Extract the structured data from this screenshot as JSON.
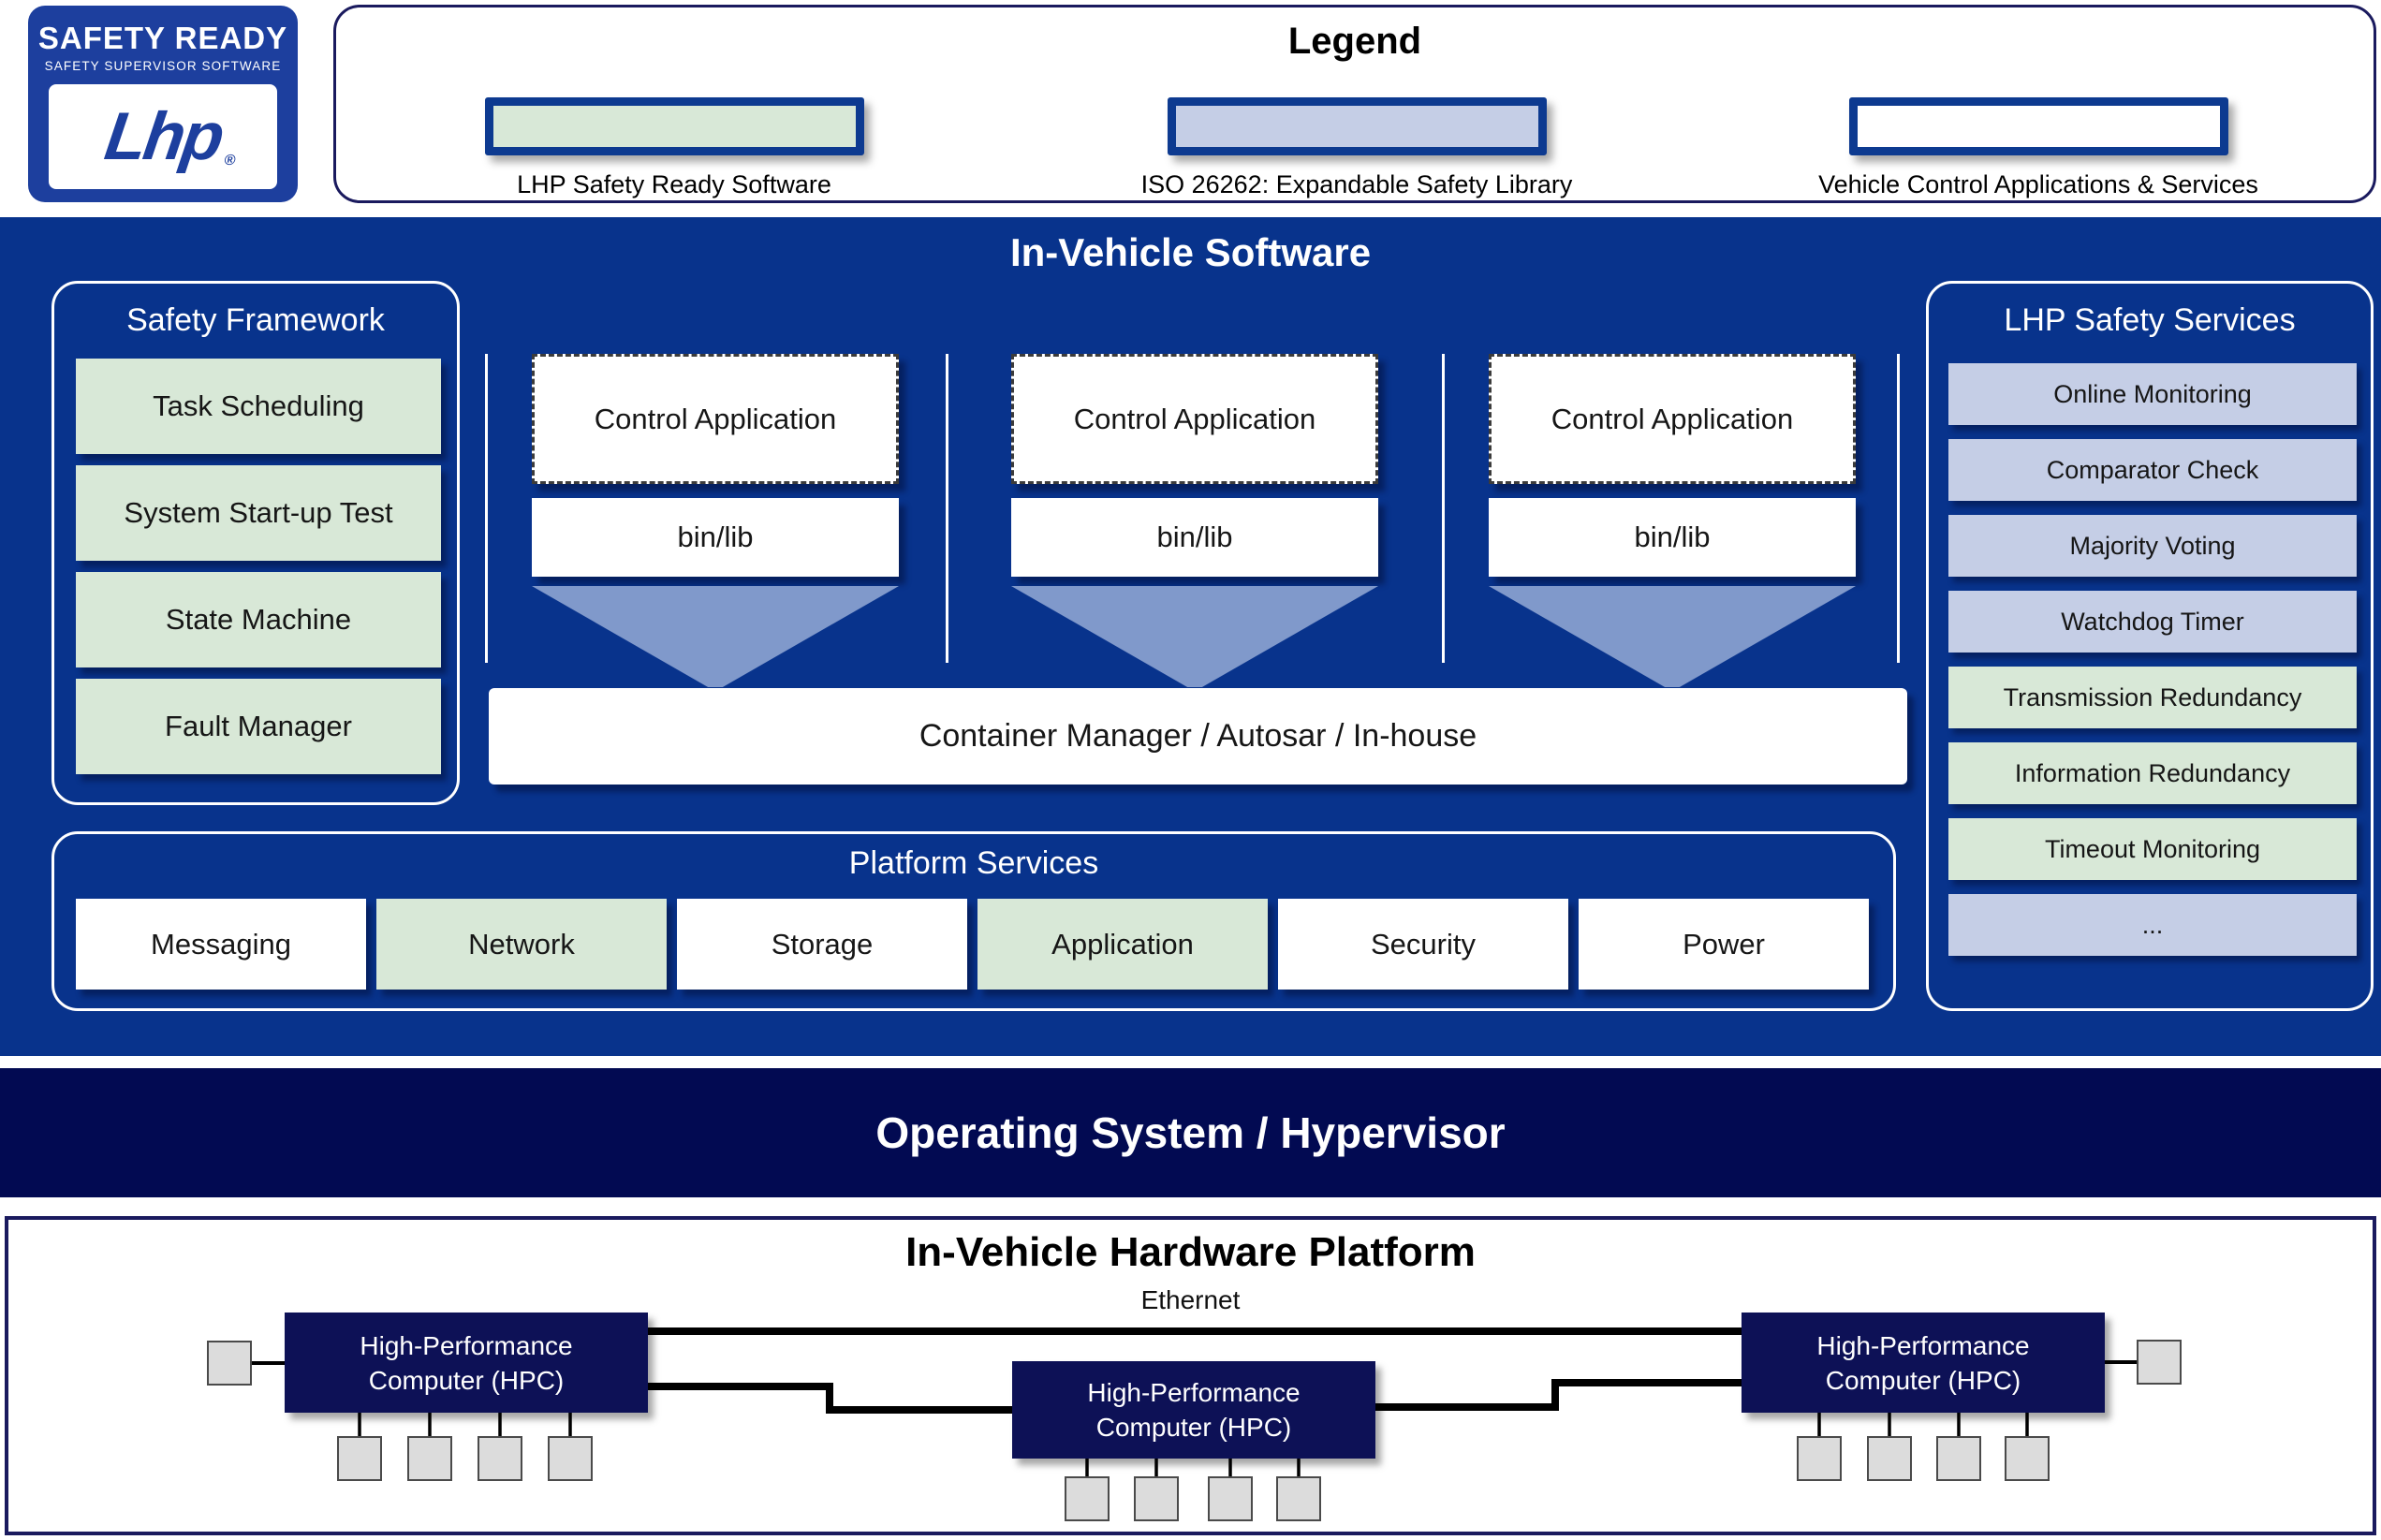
{
  "logo": {
    "title": "SAFETY READY",
    "subtitle": "SAFETY SUPERVISOR SOFTWARE",
    "brand": "Lhp",
    "registered": "®"
  },
  "legend": {
    "title": "Legend",
    "items": [
      {
        "label": "LHP Safety Ready Software",
        "color": "#D8E8D7"
      },
      {
        "label": "ISO 26262: Expandable Safety Library",
        "color": "#C5CEE6"
      },
      {
        "label": "Vehicle Control Applications & Services",
        "color": "#FFFFFF"
      }
    ]
  },
  "in_vehicle_software": {
    "title": "In-Vehicle Software",
    "safety_framework": {
      "title": "Safety Framework",
      "items": [
        "Task Scheduling",
        "System Start-up Test",
        "State Machine",
        "Fault Manager"
      ]
    },
    "control_columns": [
      {
        "app": "Control Application",
        "bin": "bin/lib"
      },
      {
        "app": "Control Application",
        "bin": "bin/lib"
      },
      {
        "app": "Control Application",
        "bin": "bin/lib"
      }
    ],
    "container_bar": "Container Manager / Autosar / In-house",
    "platform_services": {
      "title": "Platform Services",
      "items": [
        {
          "label": "Messaging",
          "tone": "white"
        },
        {
          "label": "Network",
          "tone": "green"
        },
        {
          "label": "Storage",
          "tone": "white"
        },
        {
          "label": "Application",
          "tone": "green"
        },
        {
          "label": "Security",
          "tone": "white"
        },
        {
          "label": "Power",
          "tone": "white"
        }
      ]
    },
    "safety_services": {
      "title": "LHP Safety Services",
      "items": [
        {
          "label": "Online Monitoring",
          "tone": "lavender"
        },
        {
          "label": "Comparator Check",
          "tone": "lavender"
        },
        {
          "label": "Majority Voting",
          "tone": "lavender"
        },
        {
          "label": "Watchdog Timer",
          "tone": "lavender"
        },
        {
          "label": "Transmission Redundancy",
          "tone": "green"
        },
        {
          "label": "Information Redundancy",
          "tone": "green"
        },
        {
          "label": "Timeout Monitoring",
          "tone": "green"
        },
        {
          "label": "...",
          "tone": "lavender"
        }
      ]
    }
  },
  "os_layer": {
    "title": "Operating System / Hypervisor"
  },
  "hardware": {
    "title": "In-Vehicle Hardware Platform",
    "ethernet_label": "Ethernet",
    "hpc_label": "High-Performance Computer (HPC)"
  },
  "colors": {
    "panel-blue": "#08338C",
    "navy-dark": "#020A52",
    "hpc-navy": "#0D1156",
    "logo-blue": "#1D3F9E",
    "border-navy": "#1A1A5E",
    "swatch-border": "#0D3A90",
    "green": "#D8E8D7",
    "lavender": "#C5CEE6",
    "funnel": "#8099CB",
    "gray-sq": "#DCDCDC"
  }
}
